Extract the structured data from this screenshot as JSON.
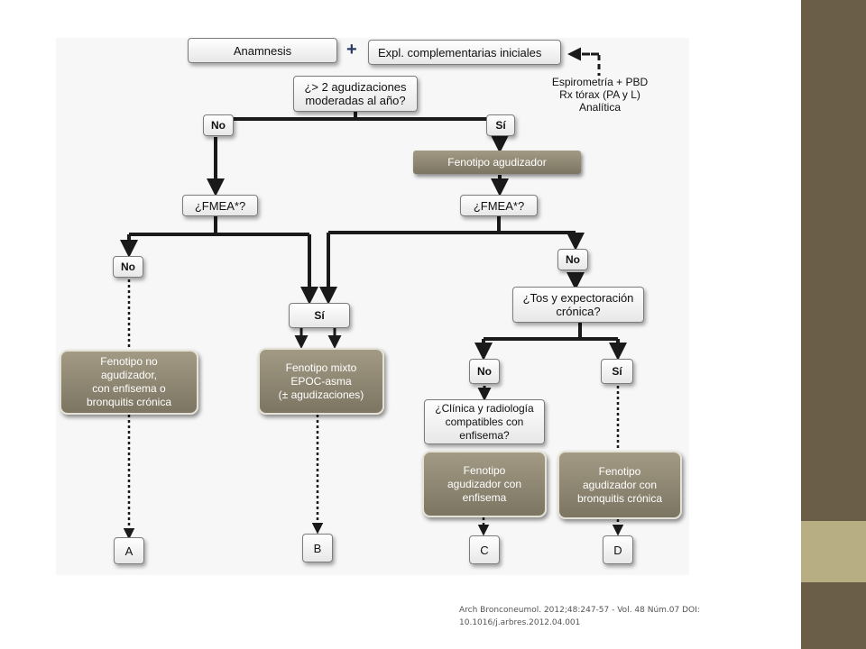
{
  "diagram": {
    "anamnesis": "Anamnesis",
    "plus": "+",
    "expl": "Expl. complementarias iniciales",
    "note": "Espirometría + PBD\nRx tórax (PA y L)\nAnalítica",
    "q_agudizaciones": "¿> 2 agudizaciones\nmoderadas al año?",
    "no_top": "No",
    "si_top": "Sí",
    "fenotipo_agudizador": "Fenotipo agudizador",
    "fmea_left": "¿FMEA*?",
    "fmea_right": "¿FMEA*?",
    "no_left": "No",
    "no_right": "No",
    "si_mid": "Sí",
    "q_tos": "¿Tos y expectoración\ncrónica?",
    "no_tos": "No",
    "si_tos": "Sí",
    "q_clinica": "¿Clínica y radiología\ncompatibles con\nenfisema?",
    "fenotipo_no_agudizador": "Fenotipo no\nagudizador,\ncon enfisema o\nbronquitis crónica",
    "fenotipo_mixto": "Fenotipo mixto\nEPOC-asma\n(± agudizaciones)",
    "fenotipo_enfisema": "Fenotipo\nagudizador con\nenfisema",
    "fenotipo_bronquitis": "Fenotipo\nagudizador con\nbronquitis crónica",
    "label_a": "A",
    "label_b": "B",
    "label_c": "C",
    "label_d": "D"
  },
  "citation": "Arch Bronconeumol. 2012;48:247-57 - Vol. 48 Núm.07 DOI: 10.1016/j.arbres.2012.04.001",
  "colors": {
    "sidebar": "#6b5e48",
    "sidebar_accent": "#b7ae84",
    "dark_box": "#7f7864",
    "line": "#1a1a1a"
  }
}
